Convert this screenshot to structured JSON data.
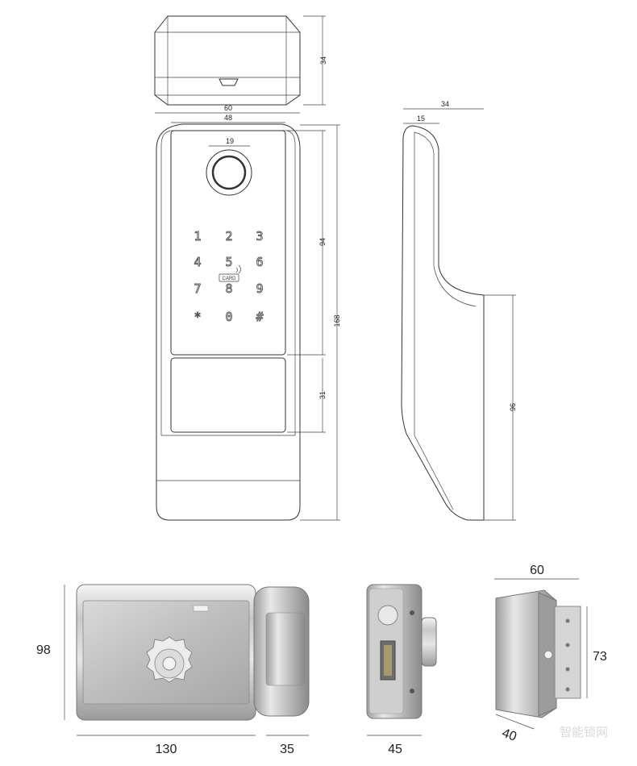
{
  "colors": {
    "line": "#333333",
    "steel_light": "#eeeeee",
    "steel_mid": "#b9b9b9",
    "steel_dark": "#7a7a7a"
  },
  "top_view": {
    "dim_height": "34",
    "dim_width": "60"
  },
  "front_view": {
    "dim_panel_width": "48",
    "dim_sensor": "19",
    "dim_keypad_height": "94",
    "dim_handle_height": "31",
    "dim_total_height": "168",
    "keypad_keys": [
      "1",
      "2",
      "3",
      "4",
      "5",
      "6",
      "7",
      "8",
      "9",
      "*",
      "0",
      "#"
    ],
    "card_label": "CARD"
  },
  "side_view": {
    "dim_depth": "34",
    "dim_top": "15",
    "dim_lower": "96"
  },
  "lock_front": {
    "dim_height": "98",
    "dim_width": "130",
    "dim_knob": "35"
  },
  "lock_side": {
    "dim_width": "45"
  },
  "lock_back": {
    "dim_width": "60",
    "dim_height": "73",
    "dim_depth": "40"
  },
  "watermark": "智能锁网"
}
